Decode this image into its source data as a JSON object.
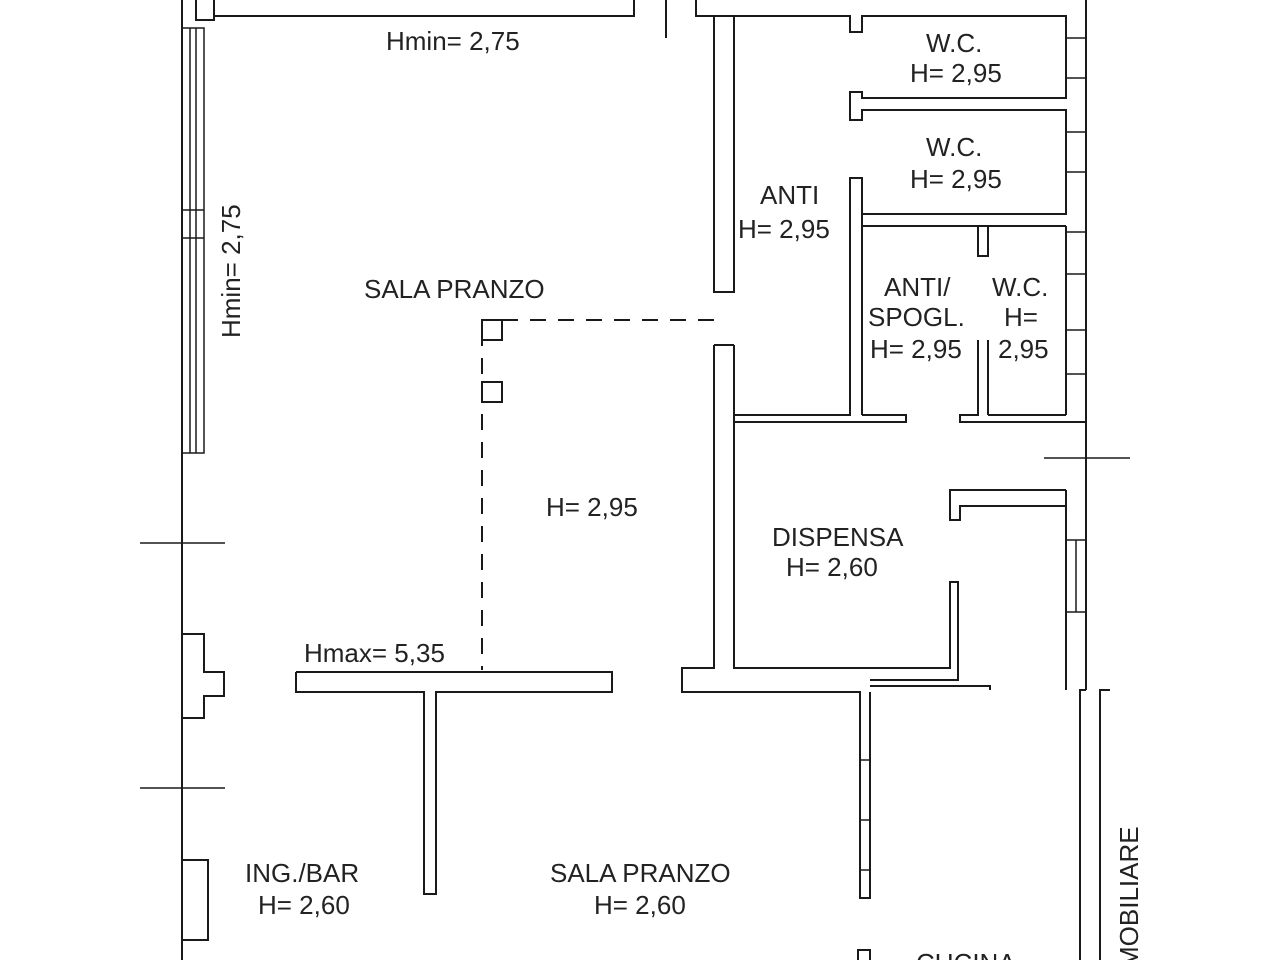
{
  "labels": {
    "hmin_top": "Hmin= 2,75",
    "hmin_left": "Hmin= 2,75",
    "sala_pranzo_top": "SALA PRANZO",
    "h_center": "H= 2,95",
    "hmax": "Hmax= 5,35",
    "wc1_name": "W.C.",
    "wc1_h": "H= 2,95",
    "wc2_name": "W.C.",
    "wc2_h": "H= 2,95",
    "anti_name": "ANTI",
    "anti_h": "H= 2,95",
    "anti_spogl_1": "ANTI/",
    "anti_spogl_2": "SPOGL.",
    "anti_spogl_h": "H= 2,95",
    "wc3_name": "W.C.",
    "wc3_h1": "H=",
    "wc3_h2": "2,95",
    "dispensa_name": "DISPENSA",
    "dispensa_h": "H= 2,60",
    "ing_bar_name": "ING./BAR",
    "ing_bar_h": "H= 2,60",
    "sala_pranzo_bottom_name": "SALA PRANZO",
    "sala_pranzo_bottom_h": "H= 2,60",
    "cucina": "CUCINA",
    "side_label": "MOBILIARE"
  }
}
